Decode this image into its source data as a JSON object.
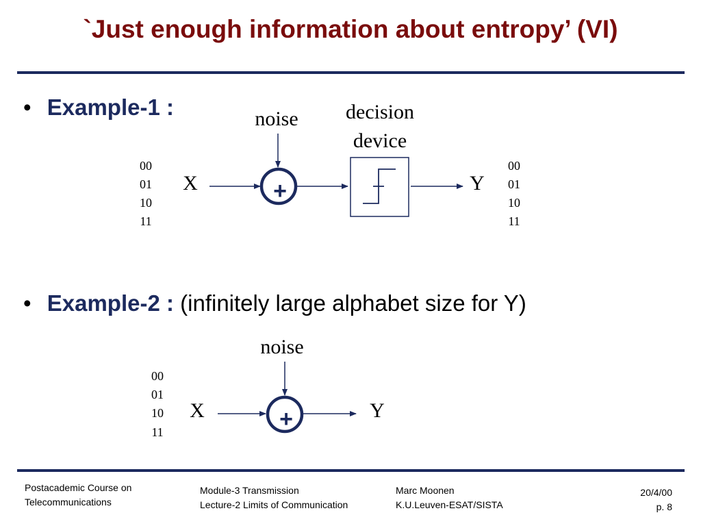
{
  "slide": {
    "title": "`Just enough information about entropy’ (VI)",
    "colors": {
      "title": "#7a0c0c",
      "rule": "#1c2a5e",
      "accent": "#1c2a5e"
    }
  },
  "example1": {
    "bullet_marker": "•",
    "label": "Example-1 :",
    "noise": "noise",
    "decision_line1": "decision",
    "decision_line2": "device",
    "input_symbols": [
      "00",
      "01",
      "10",
      "11"
    ],
    "output_symbols": [
      "00",
      "01",
      "10",
      "11"
    ],
    "x": "X",
    "y": "Y",
    "adder": "+"
  },
  "example2": {
    "bullet_marker": "•",
    "label": "Example-2 :",
    "description": "(infinitely large alphabet size for Y)",
    "noise": "noise",
    "input_symbols": [
      "00",
      "01",
      "10",
      "11"
    ],
    "x": "X",
    "y": "Y",
    "adder": "+"
  },
  "footer": {
    "course_line1": "Postacademic Course on",
    "course_line2": "Telecommunications",
    "module": "Module-3  Transmission",
    "lecture": "Lecture-2  Limits of Communication",
    "author": "Marc Moonen",
    "institution": "K.U.Leuven-ESAT/SISTA",
    "date": "20/4/00",
    "page": "p. 8"
  }
}
